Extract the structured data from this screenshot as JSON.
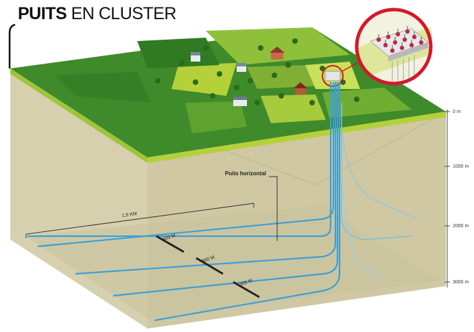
{
  "title": {
    "bold": "PUITS",
    "light": "EN CLUSTER"
  },
  "labels": {
    "horizontal_well": "Puits horizontal",
    "length": "1,5 KM",
    "spacing_1": "300 M",
    "spacing_2": "300 M",
    "spacing_3": "300 M"
  },
  "depth_scale": [
    "0 m",
    "1000 m",
    "2000 m",
    "3000 m"
  ],
  "colors": {
    "grass_dark": "#3f8a2a",
    "grass_light": "#b4d13a",
    "ground_front": "#d6d0ae",
    "ground_side": "#c7c09a",
    "well": "#3d9fd6",
    "callout_ring": "#d3182a"
  }
}
